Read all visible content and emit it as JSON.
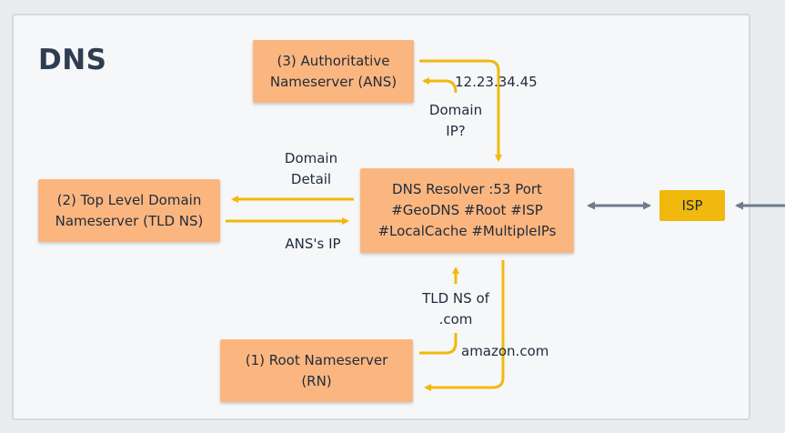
{
  "title": "DNS",
  "nodes": {
    "ans": "(3) Authoritative\nNameserver (ANS)",
    "tld": "(2) Top Level Domain\nNameserver (TLD NS)",
    "resolver": "DNS Resolver :53 Port\n#GeoDNS #Root #ISP\n#LocalCache #MultipleIPs",
    "root": "(1) Root Nameserver\n(RN)",
    "isp": "ISP"
  },
  "edge_labels": {
    "ip_result": "12.23.34.45",
    "domain_ip_query": "Domain\nIP?",
    "domain_detail": "Domain\nDetail",
    "ans_ip": "ANS's IP",
    "tld_ns_of_com": "TLD NS of\n.com",
    "amazon": "amazon.com"
  },
  "colors": {
    "node": "#fbb680",
    "isp": "#f1b80d",
    "arrow": "#f1b80d",
    "connector": "#6e7b8b",
    "title": "#2e3d4f"
  }
}
